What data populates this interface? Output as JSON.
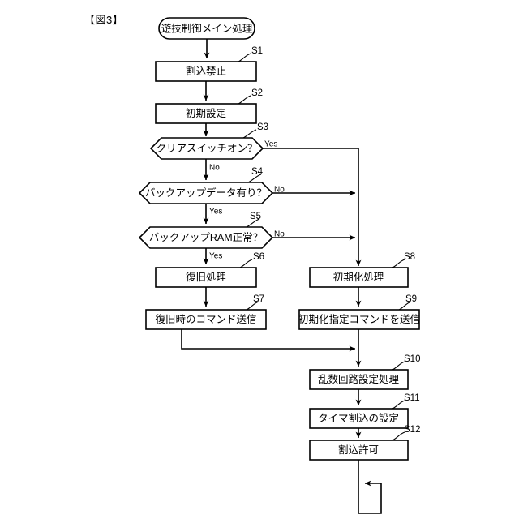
{
  "figure": {
    "label": "【図3】",
    "title": "遊技制御メイン処理"
  },
  "nodes": {
    "start": {
      "text": "遊技制御メイン処理",
      "shape": "terminator",
      "step": ""
    },
    "s1": {
      "text": "割込禁止",
      "shape": "process",
      "step": "S1"
    },
    "s2": {
      "text": "初期設定",
      "shape": "process",
      "step": "S2"
    },
    "s3": {
      "text": "クリアスイッチオン？",
      "shape": "decision",
      "step": "S3"
    },
    "s4": {
      "text": "バックアップデータ有り？",
      "shape": "decision",
      "step": "S4"
    },
    "s5": {
      "text": "バックアップRAM正常？",
      "shape": "decision",
      "step": "S5"
    },
    "s6": {
      "text": "復旧処理",
      "shape": "process",
      "step": "S6"
    },
    "s7": {
      "text": "復旧時のコマンド送信",
      "shape": "process",
      "step": "S7"
    },
    "s8": {
      "text": "初期化処理",
      "shape": "process",
      "step": "S8"
    },
    "s9": {
      "text": "初期化指定コマンドを送信",
      "shape": "process",
      "step": "S9"
    },
    "s10": {
      "text": "乱数回路設定処理",
      "shape": "process",
      "step": "S10"
    },
    "s11": {
      "text": "タイマ割込の設定",
      "shape": "process",
      "step": "S11"
    },
    "s12": {
      "text": "割込許可",
      "shape": "process",
      "step": "S12"
    }
  },
  "branches": {
    "s3_yes": "Yes",
    "s3_no": "No",
    "s4_yes": "Yes",
    "s4_no": "No",
    "s5_yes": "Yes",
    "s5_no": "No"
  },
  "colors": {
    "stroke": "#000000",
    "fill": "#ffffff",
    "background": "#ffffff"
  }
}
